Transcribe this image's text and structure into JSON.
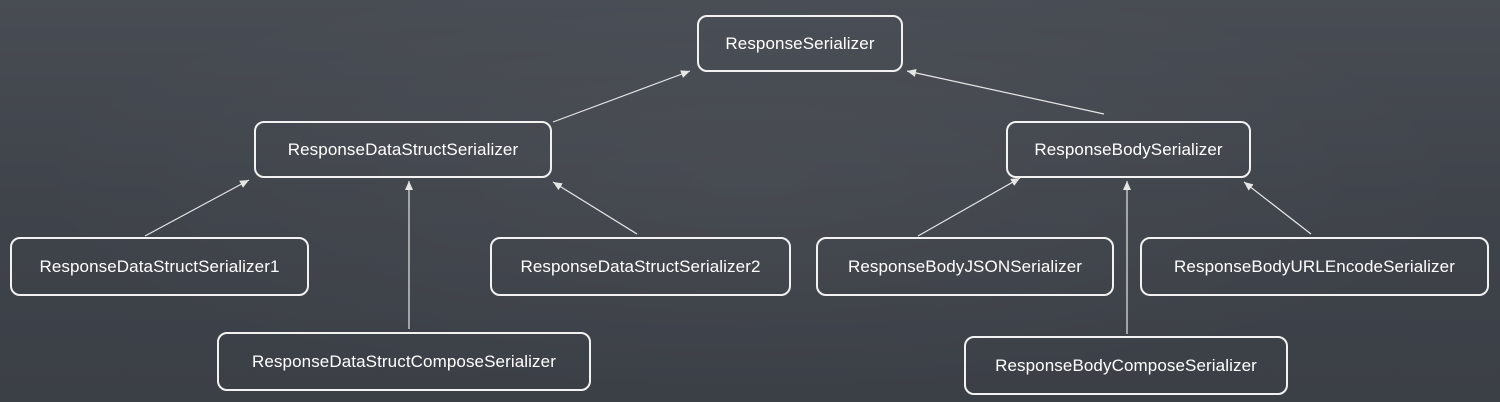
{
  "diagram": {
    "nodes": [
      {
        "id": "n0",
        "name": "node-response-serializer",
        "label": "ResponseSerializer"
      },
      {
        "id": "n1",
        "name": "node-response-data-struct-serializer",
        "label": "ResponseDataStructSerializer"
      },
      {
        "id": "n2",
        "name": "node-response-body-serializer",
        "label": "ResponseBodySerializer"
      },
      {
        "id": "n3",
        "name": "node-response-data-struct-serializer1",
        "label": "ResponseDataStructSerializer1"
      },
      {
        "id": "n4",
        "name": "node-response-data-struct-serializer2",
        "label": "ResponseDataStructSerializer2"
      },
      {
        "id": "n5",
        "name": "node-response-data-struct-compose-serializer",
        "label": "ResponseDataStructComposeSerializer"
      },
      {
        "id": "n6",
        "name": "node-response-body-json-serializer",
        "label": "ResponseBodyJSONSerializer"
      },
      {
        "id": "n7",
        "name": "node-response-body-url-encode-serializer",
        "label": "ResponseBodyURLEncodeSerializer"
      },
      {
        "id": "n8",
        "name": "node-response-body-compose-serializer",
        "label": "ResponseBodyComposeSerializer"
      }
    ],
    "edges": [
      {
        "from": "n1",
        "to": "n0"
      },
      {
        "from": "n2",
        "to": "n0"
      },
      {
        "from": "n3",
        "to": "n1"
      },
      {
        "from": "n5",
        "to": "n1"
      },
      {
        "from": "n4",
        "to": "n1"
      },
      {
        "from": "n6",
        "to": "n2"
      },
      {
        "from": "n8",
        "to": "n2"
      },
      {
        "from": "n7",
        "to": "n2"
      }
    ]
  }
}
